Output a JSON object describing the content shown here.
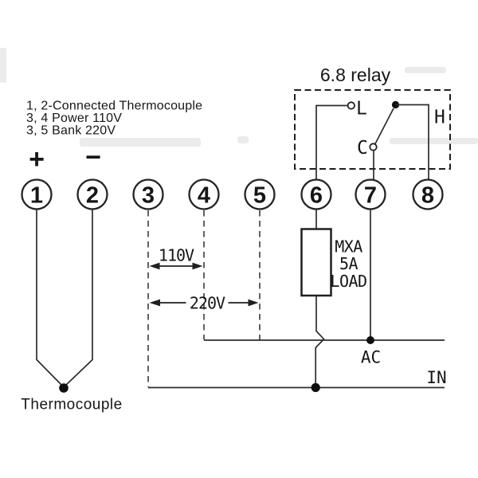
{
  "image": {
    "background": "#ffffff",
    "line_color": "#2d2d2d",
    "text_color": "#161616"
  },
  "notes": {
    "lines": [
      "1, 2-Connected Thermocouple",
      "3, 4 Power 110V",
      "3, 5 Bank 220V"
    ]
  },
  "polarity": {
    "plus": "+",
    "minus": "−"
  },
  "terminals": {
    "labels": [
      "1",
      "2",
      "3",
      "4",
      "5",
      "6",
      "7",
      "8"
    ]
  },
  "relay": {
    "title": "6.8 relay",
    "contact_low": "L",
    "contact_common": "C",
    "contact_high": "H"
  },
  "load": {
    "line1": "MXA",
    "line2": "5A",
    "line3": "LOAD"
  },
  "power": {
    "v110": "110V",
    "v220": "220V"
  },
  "lines": {
    "ac": "AC",
    "in": "IN"
  },
  "sensor": {
    "label": "Thermocouple"
  }
}
